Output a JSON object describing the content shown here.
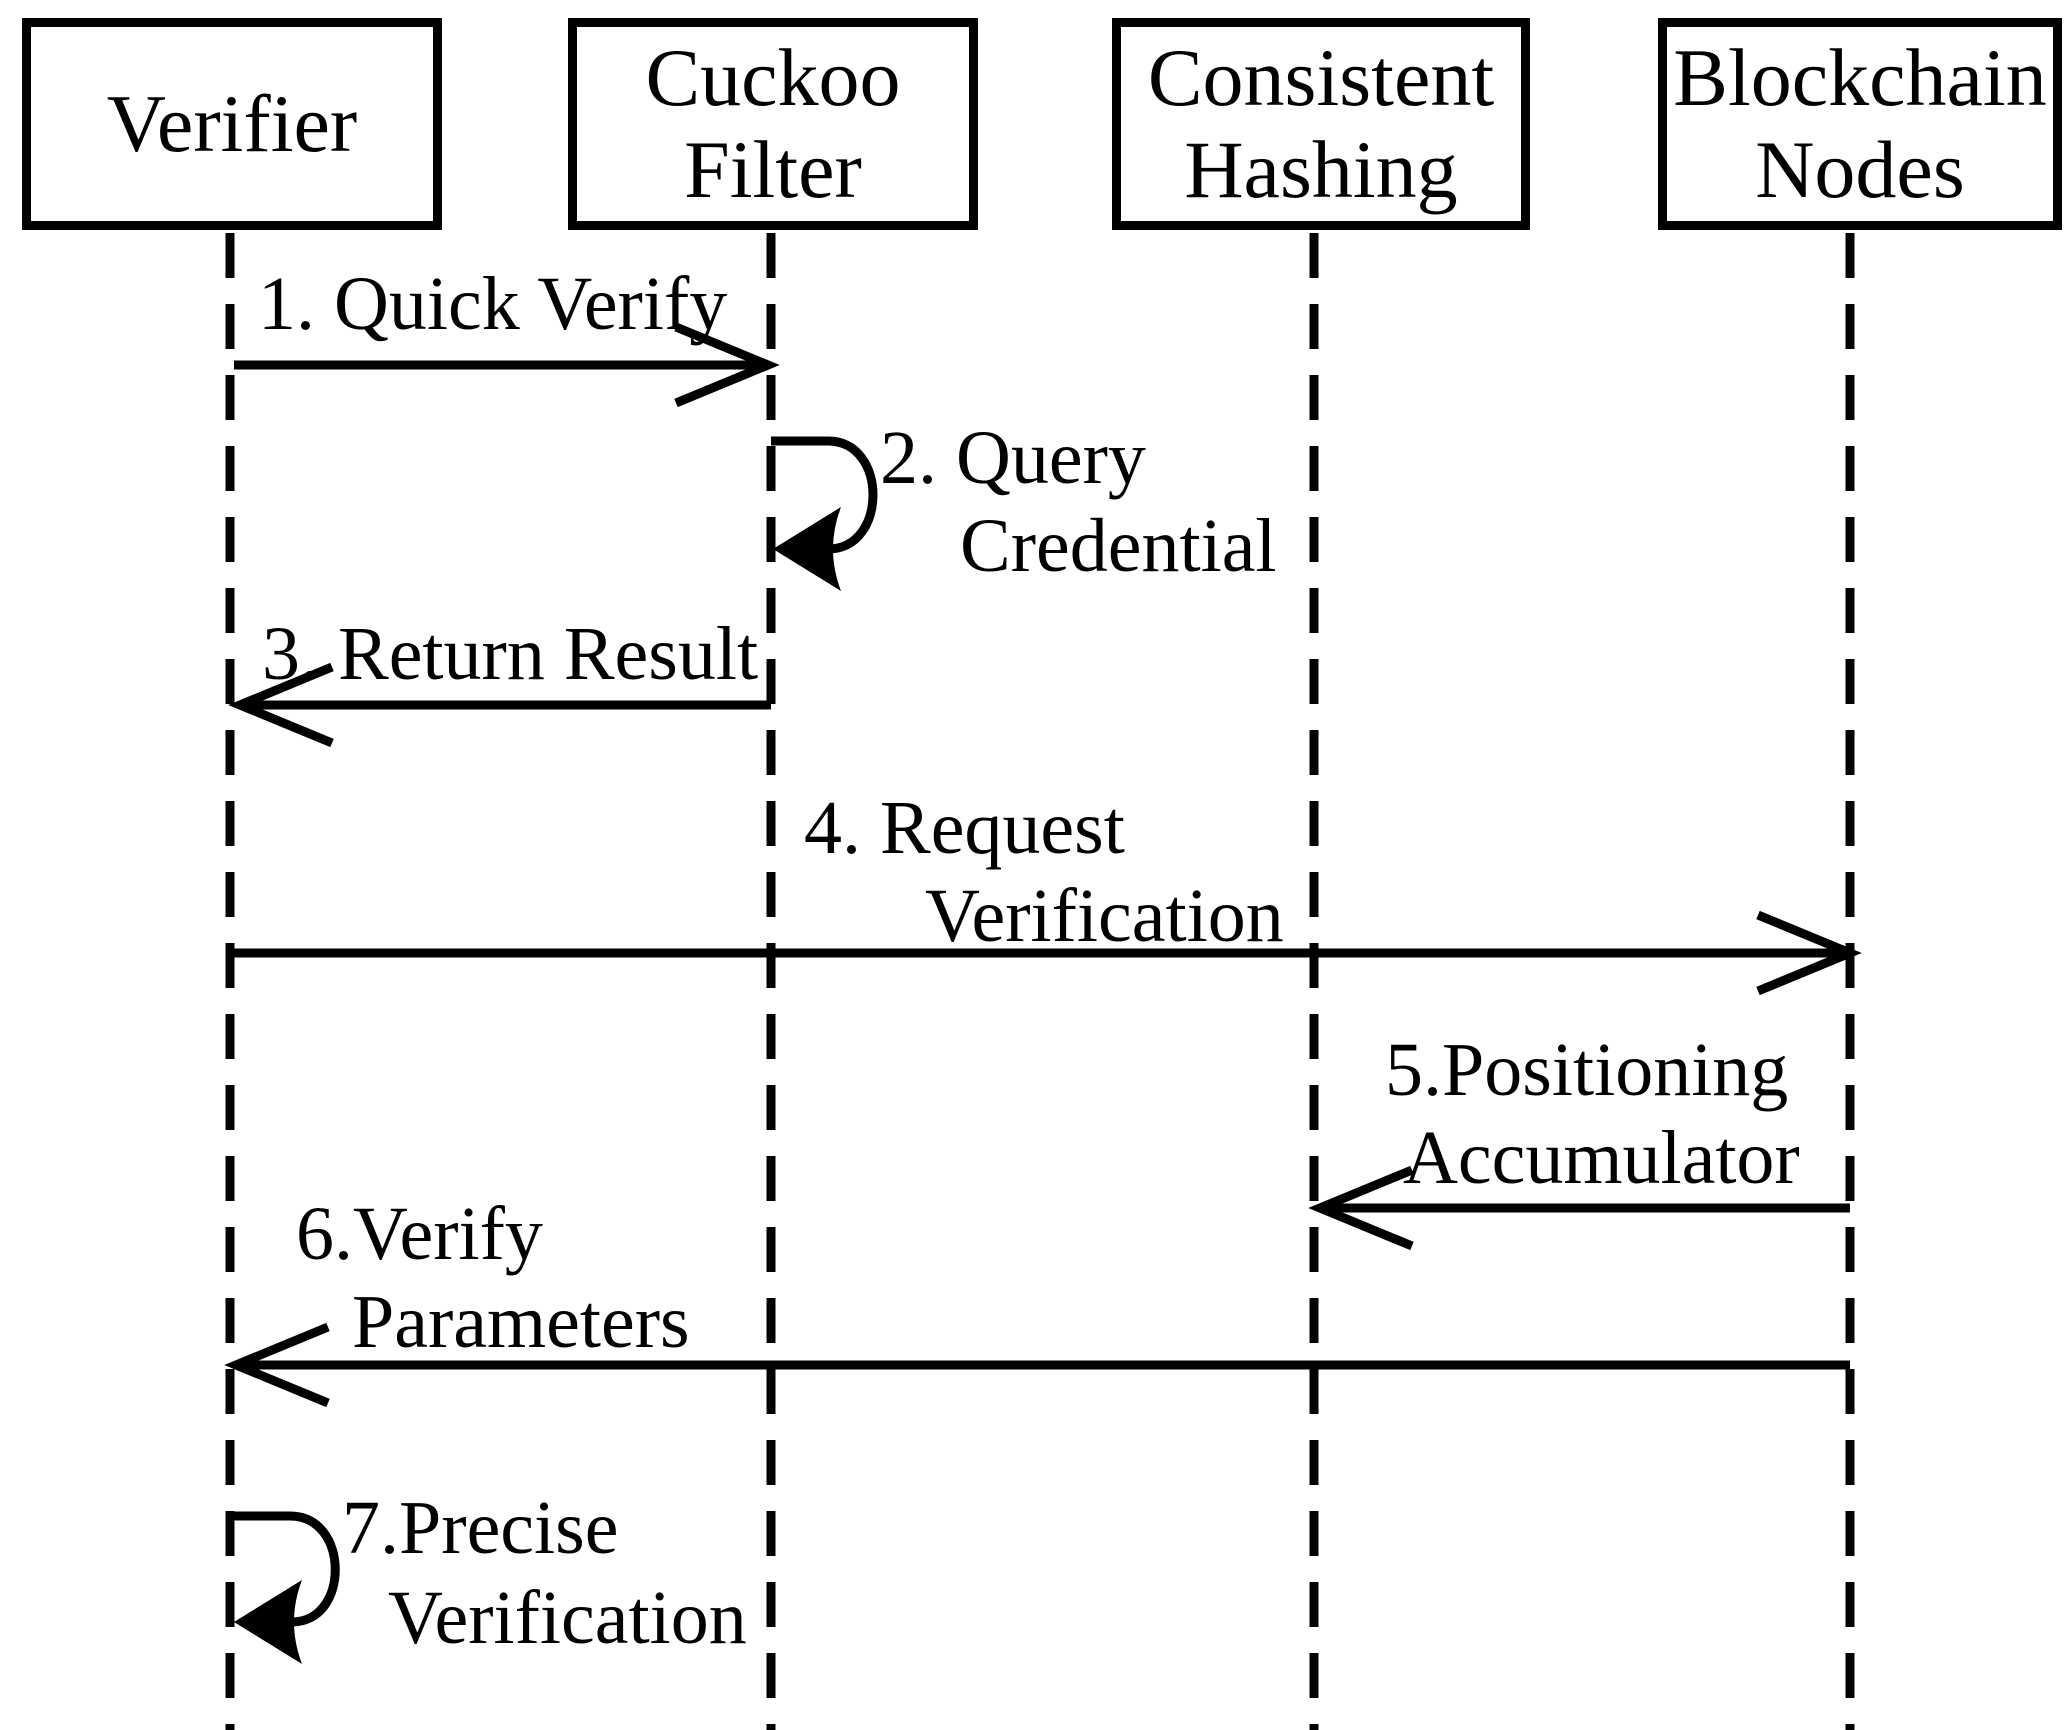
{
  "participants": [
    {
      "id": "verifier",
      "lines": [
        "Verifier",
        ""
      ]
    },
    {
      "id": "cuckoo-filter",
      "lines": [
        "Cuckoo",
        "Filter"
      ]
    },
    {
      "id": "consistent-hashing",
      "lines": [
        "Consistent",
        "Hashing"
      ]
    },
    {
      "id": "blockchain-nodes",
      "lines": [
        "Blockchain",
        "Nodes"
      ]
    }
  ],
  "messages": [
    {
      "lines": [
        "1. Quick Verify",
        ""
      ],
      "kind": "arrow",
      "from": "Verifier",
      "to": "Cuckoo Filter"
    },
    {
      "lines": [
        "2. Query",
        "Credential"
      ],
      "kind": "self-loop",
      "on": "Cuckoo Filter"
    },
    {
      "lines": [
        "3. Return Result",
        ""
      ],
      "kind": "arrow",
      "from": "Cuckoo Filter",
      "to": "Verifier"
    },
    {
      "lines": [
        "4. Request",
        "Verification"
      ],
      "kind": "arrow",
      "from": "Verifier",
      "to": "Blockchain Nodes"
    },
    {
      "lines": [
        "5.Positioning",
        "Accumulator"
      ],
      "kind": "arrow",
      "from": "Blockchain Nodes",
      "to": "Consistent Hashing"
    },
    {
      "lines": [
        "6.Verify",
        "Parameters"
      ],
      "kind": "arrow",
      "from": "Blockchain Nodes",
      "to": "Verifier"
    },
    {
      "lines": [
        "7.Precise",
        "Verification"
      ],
      "kind": "self-loop",
      "on": "Verifier"
    }
  ],
  "colors": {
    "line": "#000000",
    "text": "#000000",
    "background": "#ffffff"
  }
}
